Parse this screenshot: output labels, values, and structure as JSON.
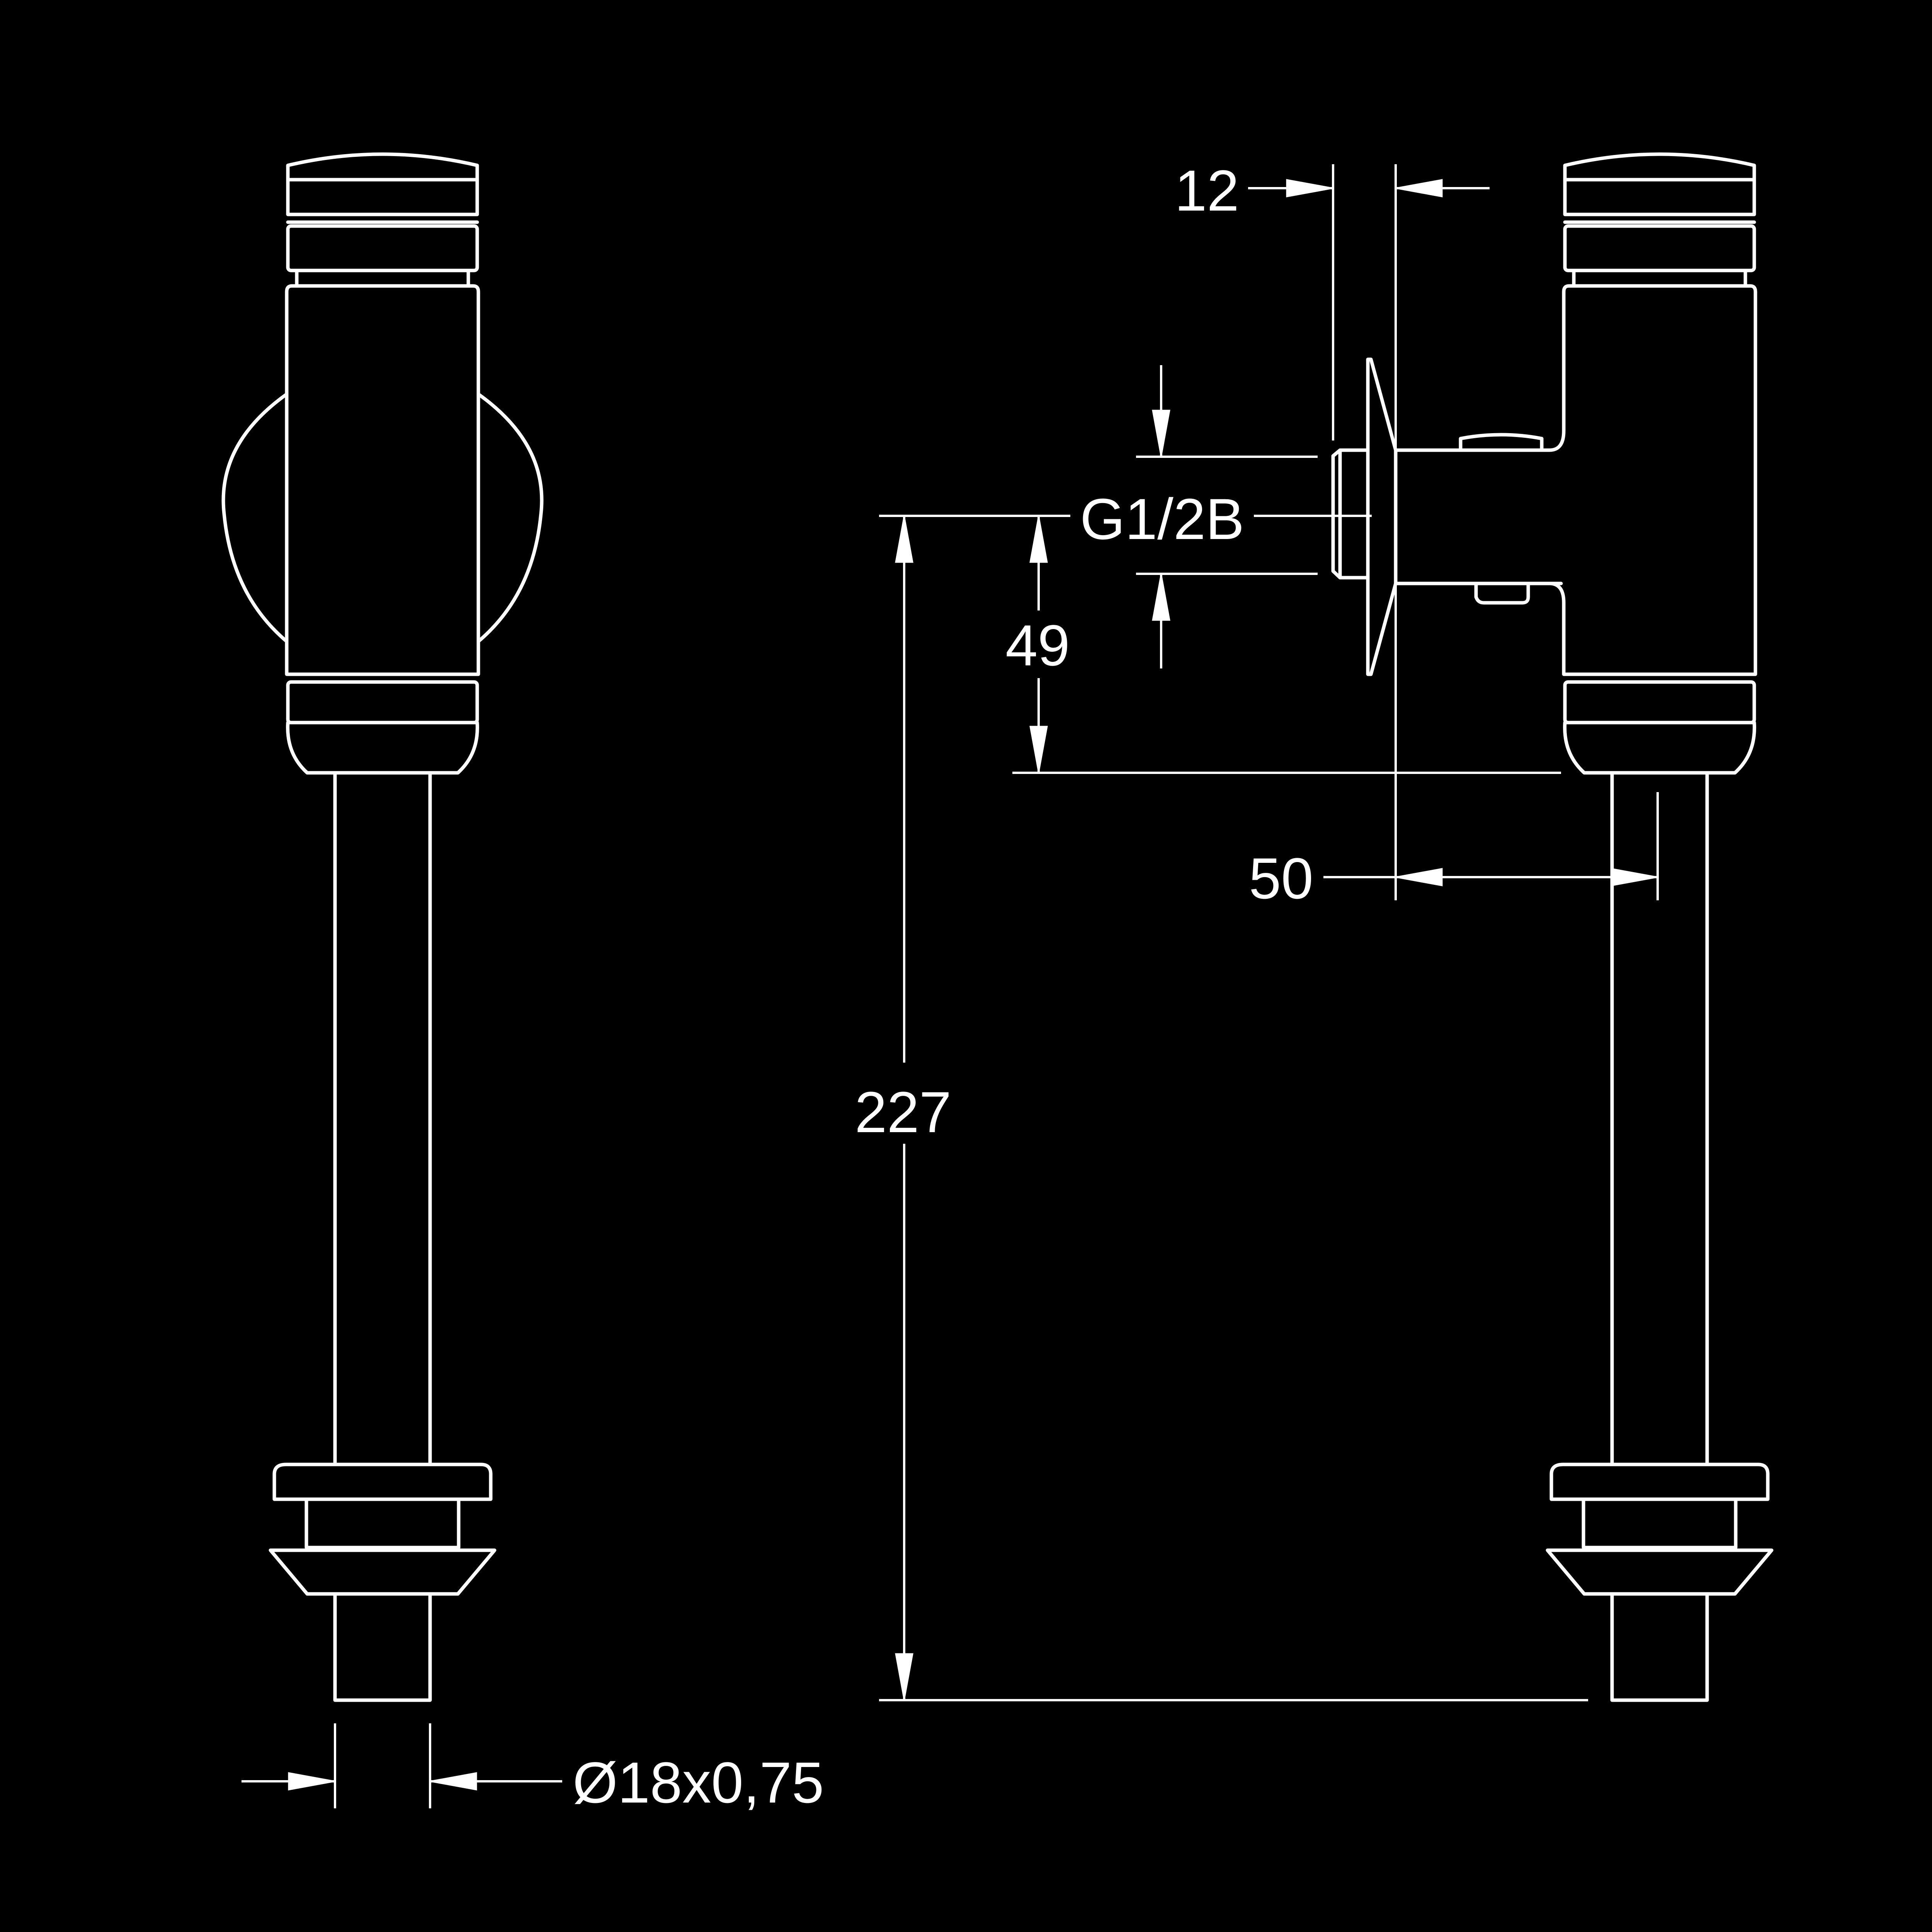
{
  "colors": {
    "background": "#000000",
    "stroke": "#ffffff"
  },
  "dimensions": {
    "offset_12": "12",
    "thread_g12b": "G1/2B",
    "height_49": "49",
    "depth_50": "50",
    "height_227": "227",
    "pipe_diameter": "Ø18x0,75"
  }
}
